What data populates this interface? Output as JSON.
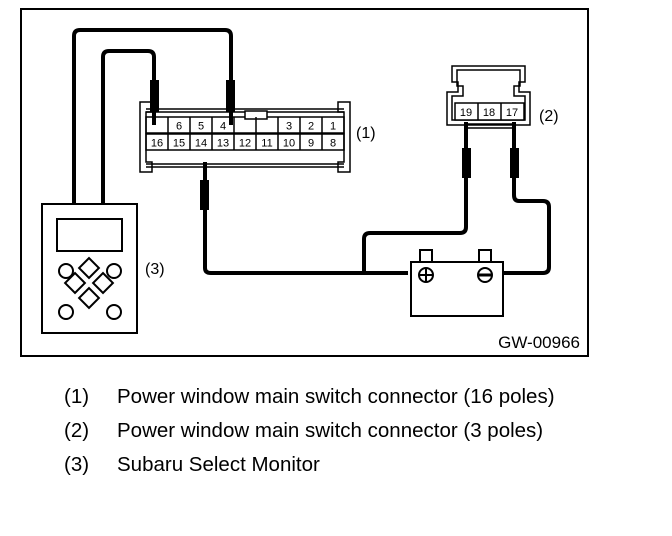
{
  "figure": {
    "code": "GW-00966",
    "callouts": {
      "c1": "(1)",
      "c2": "(2)",
      "c3": "(3)"
    },
    "connector_16": {
      "top_row": [
        "",
        "6",
        "5",
        "4",
        "",
        "",
        "3",
        "2",
        "1"
      ],
      "bottom_row": [
        "16",
        "15",
        "14",
        "13",
        "12",
        "11",
        "10",
        "9",
        "8"
      ],
      "probed_pins": [
        "16",
        "13",
        "14"
      ]
    },
    "connector_3": {
      "pins": [
        "19",
        "18",
        "17"
      ],
      "probed_pins": [
        "19",
        "17"
      ]
    },
    "battery": {
      "positive": "+",
      "negative": "−"
    },
    "icons": [
      "subaru-select-monitor",
      "battery"
    ]
  },
  "legend": [
    {
      "num": "(1)",
      "text": "Power window main switch connector (16 poles)"
    },
    {
      "num": "(2)",
      "text": "Power window main switch connector (3 poles)"
    },
    {
      "num": "(3)",
      "text": "Subaru Select Monitor"
    }
  ]
}
